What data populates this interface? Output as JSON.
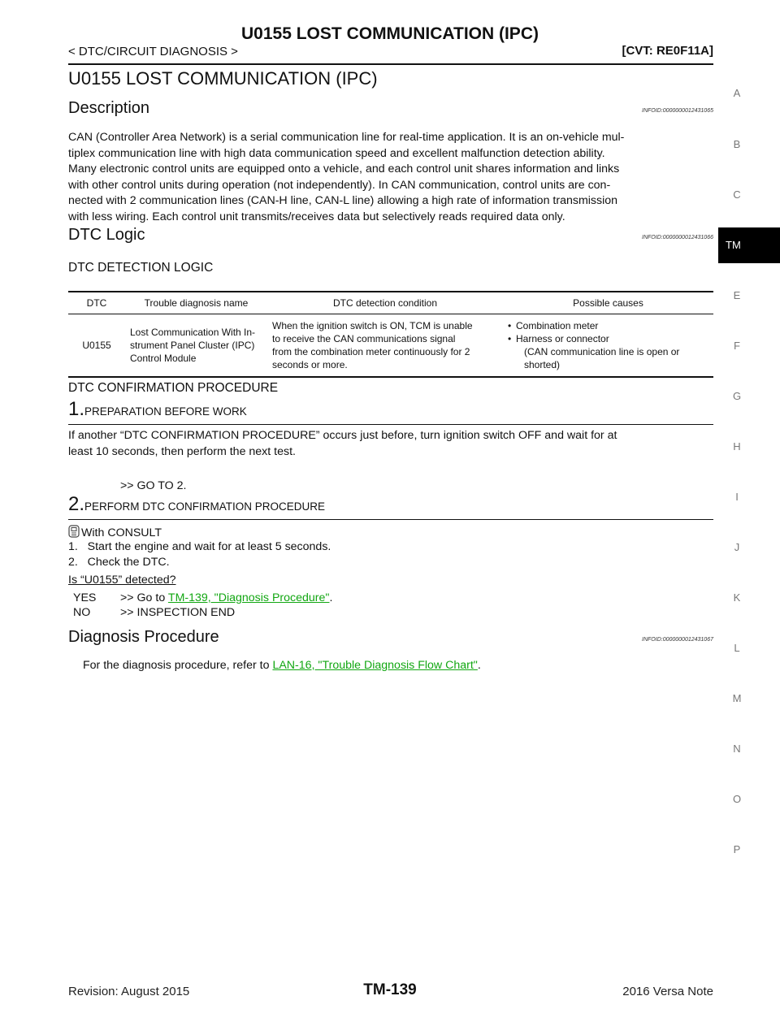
{
  "header": {
    "title": "U0155 LOST COMMUNICATION (IPC)",
    "breadcrumb": "< DTC/CIRCUIT DIAGNOSIS >",
    "model": "[CVT: RE0F11A]"
  },
  "main_title": "U0155 LOST COMMUNICATION (IPC)",
  "description": {
    "heading": "Description",
    "infoid": "INFOID:0000000012431065",
    "lines": [
      "CAN (Controller Area Network) is a serial communication line for real-time application. It is an on-vehicle mul-",
      "tiplex communication line with high data communication speed and excellent malfunction detection ability.",
      "Many electronic control units are equipped onto a vehicle, and each control unit shares information and links",
      "with other control units during operation (not independently). In CAN communication, control units are con-",
      "nected with 2 communication lines (CAN-H line, CAN-L line) allowing a high rate of information transmission",
      "with less wiring. Each control unit transmits/receives data but selectively reads required data only."
    ]
  },
  "dtc_logic": {
    "heading": "DTC Logic",
    "infoid": "INFOID:0000000012431066",
    "detection_heading": "DTC DETECTION LOGIC",
    "table": {
      "headers": [
        "DTC",
        "Trouble diagnosis name",
        "DTC detection condition",
        "Possible causes"
      ],
      "row": {
        "dtc": "U0155",
        "name_lines": [
          "Lost Communication With In-",
          "strument Panel Cluster (IPC)",
          "Control Module"
        ],
        "condition_lines": [
          "When the ignition switch is ON, TCM is unable",
          "to receive the CAN communications signal",
          "from the combination meter continuously for 2",
          "seconds or more."
        ],
        "causes": [
          "Combination meter",
          "Harness or connector"
        ],
        "causes_note_lines": [
          "(CAN communication line is open or",
          "shorted)"
        ]
      }
    },
    "confirmation_heading": "DTC CONFIRMATION PROCEDURE"
  },
  "step1": {
    "num": "1.",
    "title": "PREPARATION BEFORE WORK",
    "lines": [
      "If another “DTC CONFIRMATION PROCEDURE” occurs just before, turn ignition switch OFF and wait for at",
      "least 10 seconds, then perform the next test."
    ],
    "goto": ">> GO TO 2."
  },
  "step2": {
    "num": "2.",
    "title": "PERFORM DTC CONFIRMATION PROCEDURE",
    "with_consult": "With CONSULT",
    "items": [
      "1.   Start the engine and wait for at least 5 seconds.",
      "2.   Check the DTC."
    ],
    "question": "Is “U0155” detected?",
    "yes_label": "YES",
    "yes_prefix": ">> Go to ",
    "yes_link": "TM-139, \"Diagnosis Procedure\"",
    "yes_suffix": ".",
    "no_label": "NO",
    "no_text": ">> INSPECTION END"
  },
  "diagnosis": {
    "heading": "Diagnosis Procedure",
    "infoid": "INFOID:0000000012431067",
    "prefix": "For the diagnosis procedure, refer to ",
    "link": "LAN-16, \"Trouble Diagnosis Flow Chart\"",
    "suffix": "."
  },
  "side_index": [
    "A",
    "B",
    "C",
    "TM",
    "E",
    "F",
    "G",
    "H",
    "I",
    "J",
    "K",
    "L",
    "M",
    "N",
    "O",
    "P"
  ],
  "footer": {
    "revision": "Revision: August 2015",
    "page": "TM-139",
    "vehicle": "2016 Versa Note"
  },
  "colors": {
    "link": "#12a712",
    "tab_bg": "#000000"
  }
}
